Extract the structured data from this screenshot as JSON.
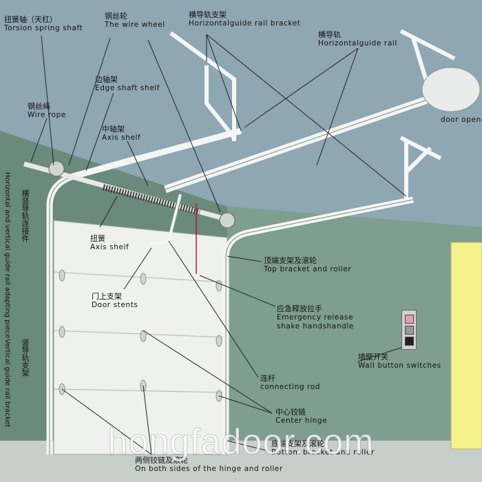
{
  "labels": {
    "torsion_shaft": {
      "zh": "扭簧轴（天杠）",
      "en": "Torsion spring shaft"
    },
    "wire_wheel": {
      "zh": "钢丝轮",
      "en": "The wire wheel"
    },
    "rail_bracket": {
      "zh": "横导轨支架",
      "en": "Horizontalguide rail bracket"
    },
    "horizontal_rail": {
      "zh": "横导轨",
      "en": "Horizontalguide rail"
    },
    "edge_shaft_shelf": {
      "zh": "边轴架",
      "en": "Edge shaft shelf"
    },
    "wire_rope": {
      "zh": "钢丝绳",
      "en": "Wire rope"
    },
    "axis_shelf_top": {
      "zh": "中轴架",
      "en": "Axis shelf"
    },
    "torsion_spring": {
      "zh": "扭簧",
      "en": "Axis shelf"
    },
    "door_stents": {
      "zh": "门上支架",
      "en": "Door stents"
    },
    "top_bracket_roller": {
      "zh": "顶端支架及滚轮",
      "en": "Top bracket and roller"
    },
    "emergency_release": {
      "zh": "应急释放拉手",
      "en": "Emergency release",
      "en2": "shake handshandle"
    },
    "wall_button": {
      "zh": "墙壁开关",
      "en": "Wall button switches"
    },
    "connecting_rod": {
      "zh": "连杆",
      "en": "connecting rod"
    },
    "center_hinge": {
      "zh": "中心铰链",
      "en": "Center hinge"
    },
    "bottom_bracket": {
      "zh": "底端支架及滚轮",
      "en": "Bottom bracket and roller"
    },
    "side_hinge": {
      "zh": "两侧铰链及滚轮",
      "en": "On both sides of the hinge and roller"
    },
    "door_opener": {
      "en": "door opener"
    },
    "adapting_piece": {
      "zh": "横竖导轨连接件",
      "en": "Horizontal and vertical guide rail adapting piece"
    },
    "vertical_bracket": {
      "zh": "竖导轨支架",
      "en": "Vertical guide rail bracket"
    }
  },
  "watermark": "hongfadoor.com",
  "colors": {
    "ceiling": "#8fa6b3",
    "wall": "#7e9e90",
    "door": "#eef1ee",
    "rail": "#f4f6f4",
    "spring": "#3a3a3a",
    "yellow_door": "#f6f28a",
    "red_cord": "#c0182a"
  },
  "switch_colors": [
    "#e8a0b0",
    "#9a9a9a",
    "#222222"
  ]
}
